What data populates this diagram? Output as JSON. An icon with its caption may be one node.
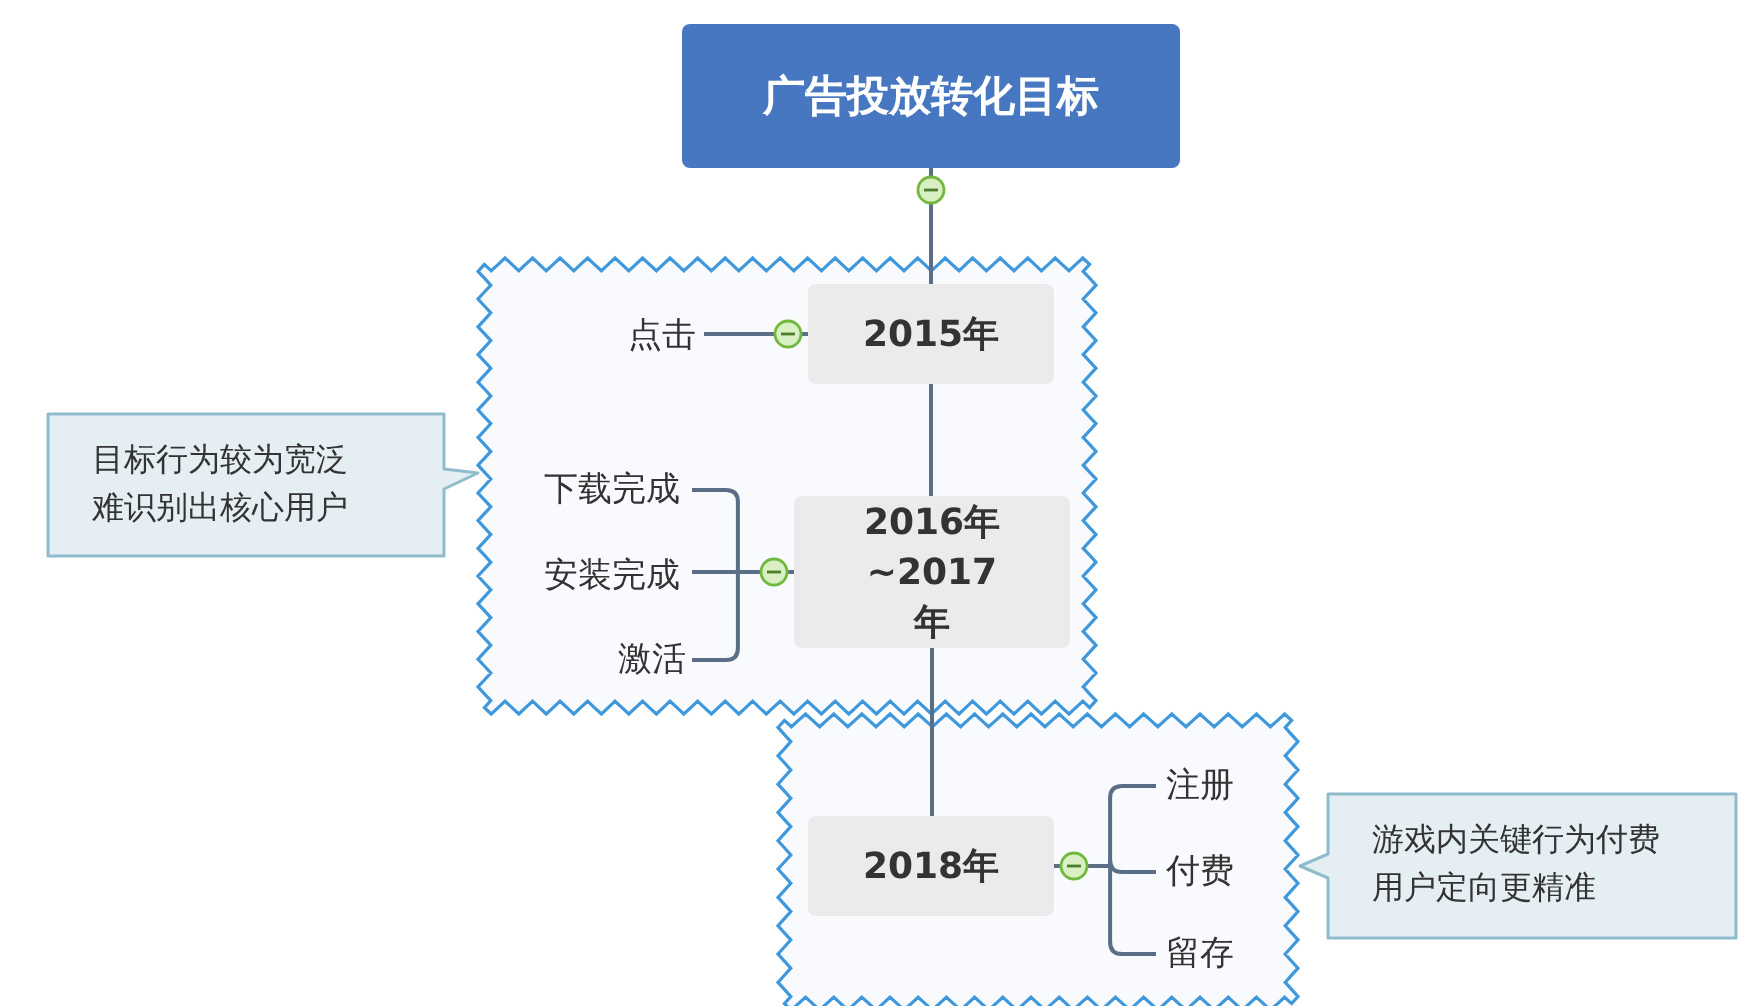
{
  "diagram": {
    "nodes": [
      {
        "text": [
          "广告投放转化目标"
        ]
      },
      {
        "text": [],
        "shape": "cloud"
      },
      {
        "text": [
          "2015年"
        ],
        "in": 1
      },
      {
        "text": [
          "点击"
        ],
        "in": 1
      },
      {
        "text": [
          "2016年~2017年"
        ],
        "in": 1
      },
      {
        "text": [
          "下载完成"
        ],
        "in": 1
      },
      {
        "text": [
          "安装完成"
        ],
        "in": 1
      },
      {
        "text": [
          "激活"
        ],
        "in": 1
      },
      {
        "text": [],
        "shape": "cloud"
      },
      {
        "text": [
          "2018年"
        ],
        "in": 8
      },
      {
        "text": [
          "注册"
        ],
        "in": 8
      },
      {
        "text": [
          "付费"
        ],
        "in": 8
      },
      {
        "text": [
          "留存"
        ],
        "in": 8
      },
      {
        "text": [
          "目标行为较为宽泛难识别出核心用户"
        ]
      },
      {
        "text": [
          "游戏内关键行为付费用户定向更精准"
        ]
      }
    ],
    "edges": [
      {
        "from": 0,
        "to": 2,
        "arrow": "none"
      },
      {
        "from": 2,
        "to": 4,
        "arrow": "none"
      },
      {
        "from": 4,
        "to": 9,
        "arrow": "none"
      },
      {
        "from": 2,
        "to": 3,
        "arrow": "none"
      },
      {
        "from": 4,
        "to": 5,
        "arrow": "none"
      },
      {
        "from": 4,
        "to": 6,
        "arrow": "none"
      },
      {
        "from": 4,
        "to": 7,
        "arrow": "none"
      },
      {
        "from": 9,
        "to": 10,
        "arrow": "none"
      },
      {
        "from": 9,
        "to": 11,
        "arrow": "none"
      },
      {
        "from": 9,
        "to": 12,
        "arrow": "none"
      }
    ]
  }
}
